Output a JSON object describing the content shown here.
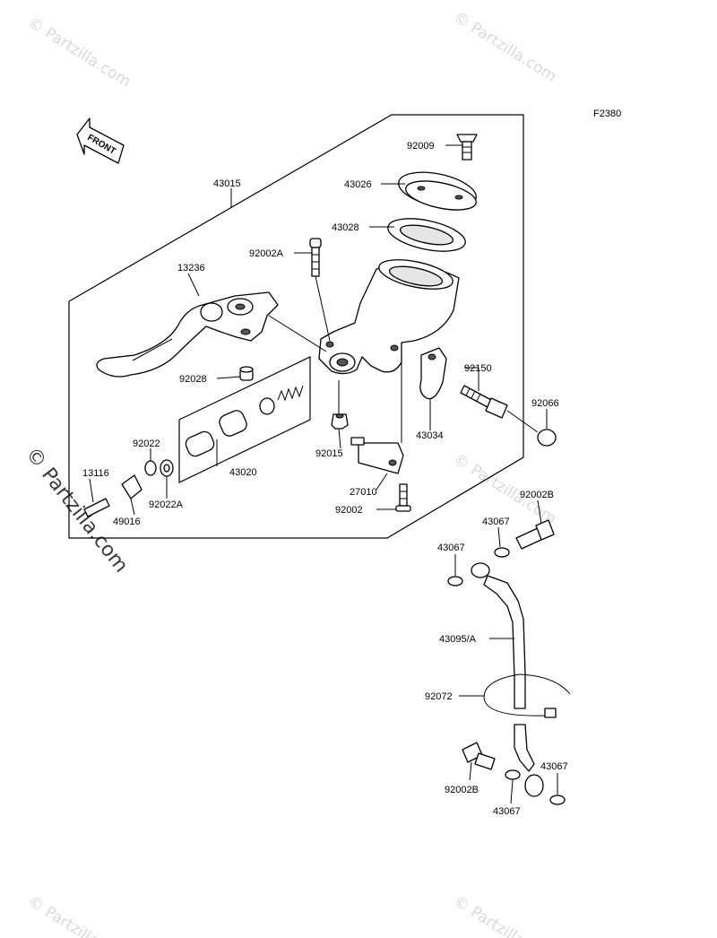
{
  "figure_code": "F2380",
  "front_label": "FRONT",
  "watermark": {
    "corner_text": "© Partzilla.com",
    "side_text": "© Partzilla.com"
  },
  "parts": {
    "p92009": "92009",
    "p43026": "43026",
    "p43015": "43015",
    "p43028": "43028",
    "p92002A": "92002A",
    "p13236": "13236",
    "p92150": "92150",
    "p92028": "92028",
    "p92066": "92066",
    "p43034": "43034",
    "p92022": "92022",
    "p92015": "92015",
    "p43020": "43020",
    "p13116": "13116",
    "p92022A": "92022A",
    "p27010": "27010",
    "p92002B_top": "92002B",
    "p49016": "49016",
    "p92002": "92002",
    "p43067_a": "43067",
    "p43067_b": "43067",
    "p43095A": "43095/A",
    "p92072": "92072",
    "p43067_c": "43067",
    "p92002B_bot": "92002B",
    "p43067_d": "43067"
  }
}
